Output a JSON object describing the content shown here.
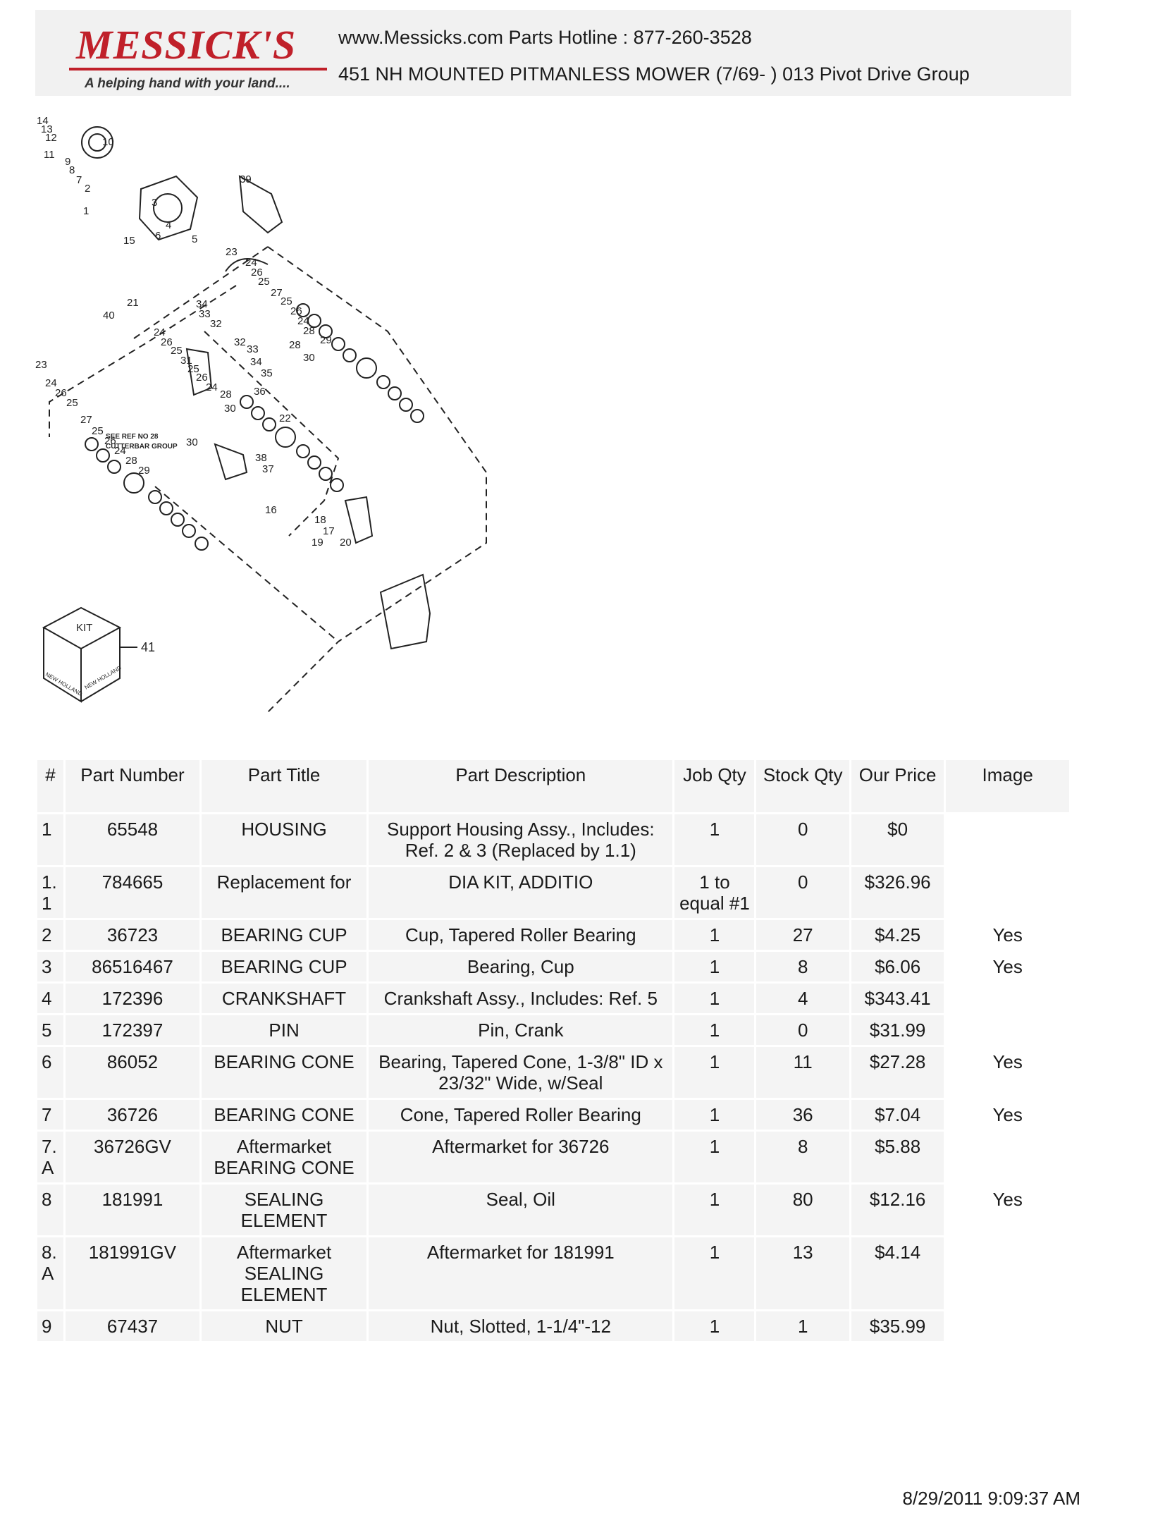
{
  "header": {
    "logo_text": "MESSICK'S",
    "tagline": "A helping hand with your land....",
    "contact": "www.Messicks.com  Parts Hotline : 877-260-3528",
    "title": "451 NH MOUNTED PITMANLESS MOWER (7/69- ) 013 Pivot Drive Group"
  },
  "diagram": {
    "note_line1": "SEE REF  NO  28",
    "note_line2": "CUTTERBAR  GROUP",
    "kit_label": "KIT",
    "kit_ref": "41",
    "brand": "NEW HOLLAND",
    "callouts": [
      "14",
      "13",
      "12",
      "11",
      "10",
      "9",
      "8",
      "7",
      "2",
      "1",
      "3",
      "6",
      "4",
      "15",
      "5",
      "39",
      "23",
      "24",
      "26",
      "25",
      "27",
      "25",
      "26",
      "24",
      "28",
      "28",
      "29",
      "30",
      "21",
      "40",
      "34",
      "33",
      "32",
      "24",
      "26",
      "25",
      "32",
      "33",
      "34",
      "35",
      "31",
      "25",
      "26",
      "24",
      "28",
      "30",
      "36",
      "22",
      "23",
      "24",
      "26",
      "25",
      "27",
      "25",
      "26",
      "24",
      "28",
      "29",
      "30",
      "38",
      "37",
      "16",
      "18",
      "19",
      "17",
      "20"
    ]
  },
  "table": {
    "headers": [
      "#",
      "Part Number",
      "Part Title",
      "Part Description",
      "Job Qty",
      "Stock Qty",
      "Our Price",
      "Image"
    ],
    "rows": [
      {
        "num": "1",
        "part_number": "65548",
        "title": "HOUSING",
        "description": "Support Housing Assy., Includes: Ref. 2 & 3 (Replaced by 1.1)",
        "job_qty": "1",
        "stock_qty": "0",
        "price": "$0",
        "image": ""
      },
      {
        "num": "1. 1",
        "part_number": "784665",
        "title": "Replacement for",
        "description": "DIA KIT, ADDITIO",
        "job_qty": "1 to equal #1",
        "stock_qty": "0",
        "price": "$326.96",
        "image": ""
      },
      {
        "num": "2",
        "part_number": "36723",
        "title": "BEARING CUP",
        "description": "Cup, Tapered Roller Bearing",
        "job_qty": "1",
        "stock_qty": "27",
        "price": "$4.25",
        "image": "Yes"
      },
      {
        "num": "3",
        "part_number": "86516467",
        "title": "BEARING CUP",
        "description": "Bearing, Cup",
        "job_qty": "1",
        "stock_qty": "8",
        "price": "$6.06",
        "image": "Yes"
      },
      {
        "num": "4",
        "part_number": "172396",
        "title": "CRANKSHAFT",
        "description": "Crankshaft Assy., Includes: Ref. 5",
        "job_qty": "1",
        "stock_qty": "4",
        "price": "$343.41",
        "image": ""
      },
      {
        "num": "5",
        "part_number": "172397",
        "title": "PIN",
        "description": "Pin, Crank",
        "job_qty": "1",
        "stock_qty": "0",
        "price": "$31.99",
        "image": ""
      },
      {
        "num": "6",
        "part_number": "86052",
        "title": "BEARING CONE",
        "description": "Bearing, Tapered Cone, 1-3/8\" ID x 23/32\" Wide, w/Seal",
        "job_qty": "1",
        "stock_qty": "11",
        "price": "$27.28",
        "image": "Yes"
      },
      {
        "num": "7",
        "part_number": "36726",
        "title": "BEARING CONE",
        "description": "Cone, Tapered Roller Bearing",
        "job_qty": "1",
        "stock_qty": "36",
        "price": "$7.04",
        "image": "Yes"
      },
      {
        "num": "7. A",
        "part_number": "36726GV",
        "title": "Aftermarket BEARING CONE",
        "description": "Aftermarket for 36726",
        "job_qty": "1",
        "stock_qty": "8",
        "price": "$5.88",
        "image": ""
      },
      {
        "num": "8",
        "part_number": "181991",
        "title": "SEALING ELEMENT",
        "description": "Seal, Oil",
        "job_qty": "1",
        "stock_qty": "80",
        "price": "$12.16",
        "image": "Yes"
      },
      {
        "num": "8. A",
        "part_number": "181991GV",
        "title": "Aftermarket SEALING ELEMENT",
        "description": "Aftermarket for 181991",
        "job_qty": "1",
        "stock_qty": "13",
        "price": "$4.14",
        "image": ""
      },
      {
        "num": "9",
        "part_number": "67437",
        "title": "NUT",
        "description": "Nut, Slotted, 1-1/4\"-12",
        "job_qty": "1",
        "stock_qty": "1",
        "price": "$35.99",
        "image": ""
      }
    ]
  },
  "footer": {
    "timestamp": "8/29/2011 9:09:37 AM"
  }
}
